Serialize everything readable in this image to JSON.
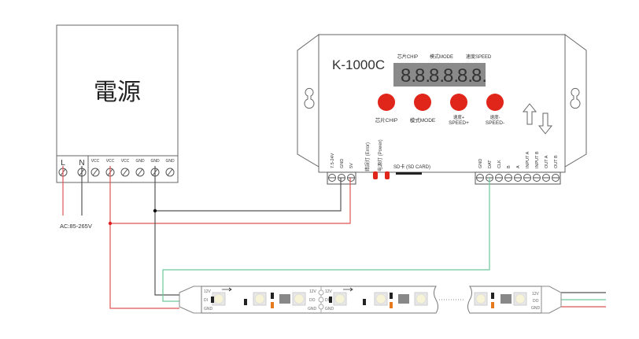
{
  "power_supply": {
    "title": "電源",
    "terminals": [
      "L",
      "N",
      "VCC",
      "VCC",
      "VCC",
      "GND",
      "GND",
      "GND"
    ],
    "input_label": "AC:85-265V"
  },
  "controller": {
    "model": "K-1000C",
    "display_labels": [
      "芯片CHIP",
      "模式MODE",
      "速度SPEED"
    ],
    "display_digits": "8.8.8.8.8.8.",
    "buttons": [
      {
        "label1": "芯片CHIP",
        "label2": ""
      },
      {
        "label1": "模式MODE",
        "label2": ""
      },
      {
        "label1": "速度+",
        "label2": "SPEED+"
      },
      {
        "label1": "速度-",
        "label2": "SPEED-"
      }
    ],
    "power_terminals": [
      "7.5-24V",
      "GND",
      "5V"
    ],
    "leds": [
      "錯誤灯 (Error)",
      "电源灯 (Power)"
    ],
    "sd_label": "SD卡 (SD CARD)",
    "output_terminals": [
      "GND",
      "DAT",
      "CLK",
      "B",
      "A",
      "INPUT A",
      "INPUT B",
      "OUT A",
      "OUT B"
    ]
  },
  "strip": {
    "pad_labels": [
      "12V",
      "DI",
      "GND"
    ],
    "mid_labels_left": [
      "12V",
      "DO",
      "GND"
    ],
    "mid_labels_right": [
      "12V",
      "DI",
      "GND"
    ],
    "end_labels": [
      "12V",
      "DO",
      "GND"
    ]
  },
  "colors": {
    "red_wire": "#e05555",
    "black_wire": "#555555",
    "green_wire": "#6cc79a",
    "button_red": "#e0261b",
    "display_bg": "#8a8a8a"
  }
}
